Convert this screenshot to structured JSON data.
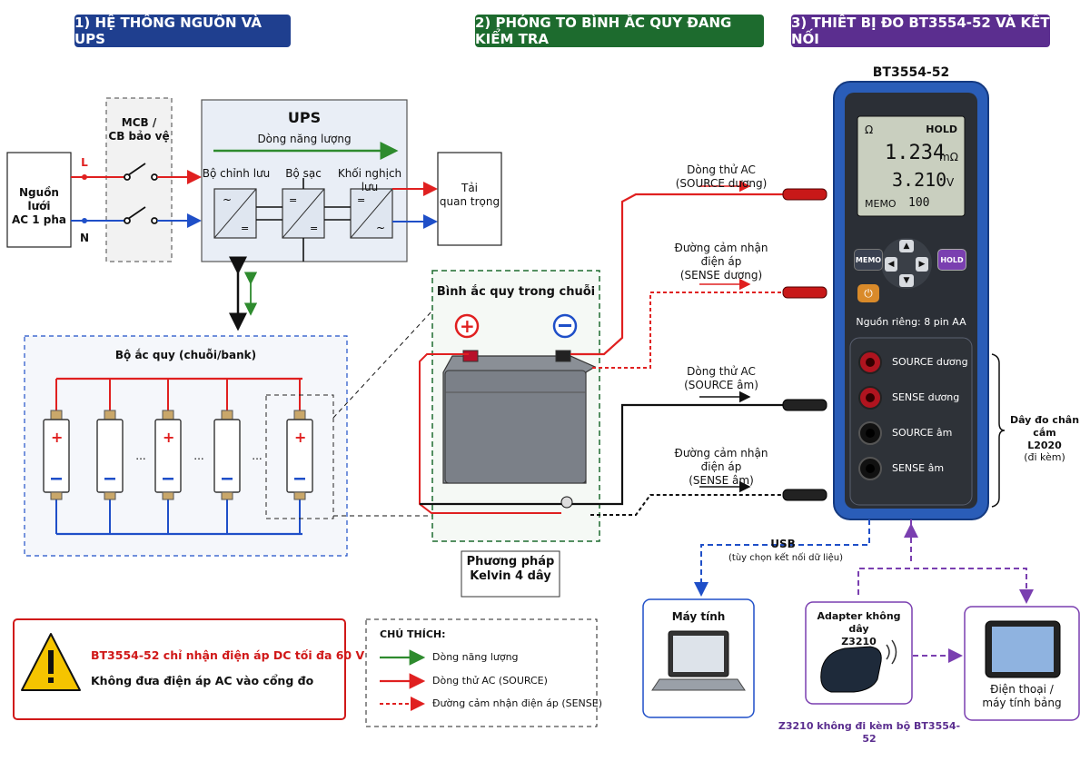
{
  "sections": {
    "s1": "1) HỆ THỐNG NGUỒN VÀ UPS",
    "s2": "2) PHÓNG TO BÌNH ẮC QUY ĐANG KIỂM TRA",
    "s3": "3) THIẾT BỊ ĐO BT3554-52 VÀ KẾT NỐI"
  },
  "colors": {
    "s1": "#1f3f8f",
    "s2": "#1d6b2e",
    "s3": "#5b2e8f",
    "red": "#e02020",
    "blue": "#1f4fc8",
    "green": "#2e8b2e",
    "purple": "#7a3fb0",
    "meter_blue": "#2a5db8"
  },
  "power": {
    "source_l1": "Nguồn lưới",
    "source_l2": "AC 1 pha",
    "L": "L",
    "N": "N",
    "mcb_l1": "MCB /",
    "mcb_l2": "CB bảo vệ",
    "ups_title": "UPS",
    "energy_flow": "Dòng năng lượng",
    "rectifier": "Bộ chỉnh lưu",
    "charger": "Bộ sạc",
    "inverter": "Khối nghịch lưu",
    "load_l1": "Tải",
    "load_l2": "quan trọng",
    "bank_title": "Bộ ắc quy (chuỗi/bank)",
    "ellipsis": "..."
  },
  "battery": {
    "title": "Bình ắc quy trong chuỗi",
    "method_l1": "Phương pháp",
    "method_l2": "Kelvin 4 dây"
  },
  "leads": {
    "src_pos_l1": "Dòng thử AC",
    "src_pos_l2": "(SOURCE dương)",
    "sense_pos_l1": "Đường cảm nhận",
    "sense_pos_l2": "điện áp",
    "sense_pos_l3": "(SENSE dương)",
    "src_neg_l1": "Dòng thử AC",
    "src_neg_l2": "(SOURCE âm)",
    "sense_neg_l1": "Đường cảm nhận",
    "sense_neg_l2": "điện áp",
    "sense_neg_l3": "(SENSE âm)"
  },
  "meter": {
    "model": "BT3554-52",
    "ohm": "Ω",
    "hold": "HOLD",
    "resistance": "1.234",
    "resistance_unit": "mΩ",
    "voltage": "3.210",
    "voltage_unit": "V",
    "memo_label": "MEMO",
    "memo_value": "100",
    "btn_memo": "MEMO",
    "btn_hold": "HOLD",
    "power_note": "Nguồn riêng: 8 pin AA",
    "jacks": [
      "SOURCE dương",
      "SENSE dương",
      "SOURCE âm",
      "SENSE âm"
    ],
    "probe_l1": "Dây đo chân cắm",
    "probe_l2": "L2020",
    "probe_l3": "(đi kèm)"
  },
  "connect": {
    "usb": "USB",
    "usb_note": "(tùy chọn kết nối dữ liệu)",
    "pc": "Máy tính",
    "adapter_l1": "Adapter không dây",
    "adapter_l2": "Z3210",
    "phone_l1": "Điện thoại /",
    "phone_l2": "máy tính bảng",
    "z3210_note": "Z3210 không đi kèm bộ BT3554-52"
  },
  "warning": {
    "line1": "BT3554-52 chỉ nhận điện áp DC tối đa 60 V",
    "line2": "Không đưa điện áp AC vào cổng đo"
  },
  "legend": {
    "title": "CHÚ THÍCH:",
    "energy": "Dòng năng lượng",
    "source": "Dòng thử AC (SOURCE)",
    "sense": "Đường cảm nhận điện áp (SENSE)"
  },
  "icons": [
    "switch-icon",
    "rectifier-icon",
    "charger-icon",
    "inverter-icon",
    "battery-icon",
    "warning-icon",
    "laptop-icon",
    "wireless-adapter-icon",
    "tablet-icon",
    "arrow-up-icon",
    "arrow-down-icon",
    "arrow-left-icon",
    "arrow-right-icon",
    "power-icon"
  ]
}
